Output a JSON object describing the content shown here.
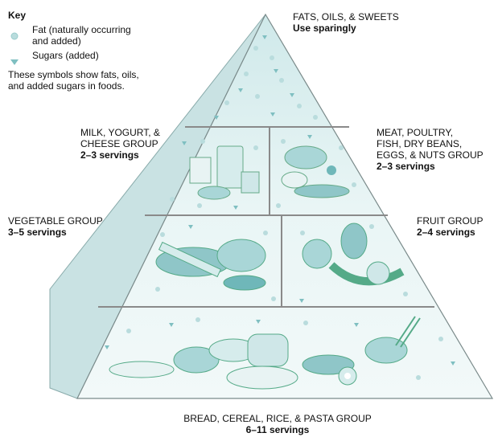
{
  "key": {
    "title": "Key",
    "fat": {
      "line1": "Fat (naturally occurring",
      "line2": "and added)"
    },
    "sugar": "Sugars (added)",
    "note_line1": "These symbols show fats, oils,",
    "note_line2": "and added sugars in foods."
  },
  "groups": {
    "fats": {
      "name": "FATS, OILS, & SWEETS",
      "servings": "Use sparingly"
    },
    "milk": {
      "name_line1": "MILK, YOGURT, &",
      "name_line2": "CHEESE GROUP",
      "servings": "2–3 servings"
    },
    "meat": {
      "name_line1": "MEAT, POULTRY,",
      "name_line2": "FISH, DRY BEANS,",
      "name_line3": "EGGS, & NUTS GROUP",
      "servings": "2–3 servings"
    },
    "vegetable": {
      "name": "VEGETABLE GROUP",
      "servings": "3–5 servings"
    },
    "fruit": {
      "name": "FRUIT GROUP",
      "servings": "2–4 servings"
    },
    "bread": {
      "name": "BREAD, CEREAL, RICE, & PASTA GROUP",
      "servings": "6–11 servings"
    }
  },
  "colors": {
    "pyramid_light": "#e6f4f4",
    "pyramid_mid": "#a9d6d7",
    "pyramid_dark": "#6fb7b9",
    "side_face": "#c9e4e4",
    "divider": "#8a8a8a",
    "fat_symbol": "#b9dcdd",
    "sugar_symbol": "#7fbfc1"
  }
}
